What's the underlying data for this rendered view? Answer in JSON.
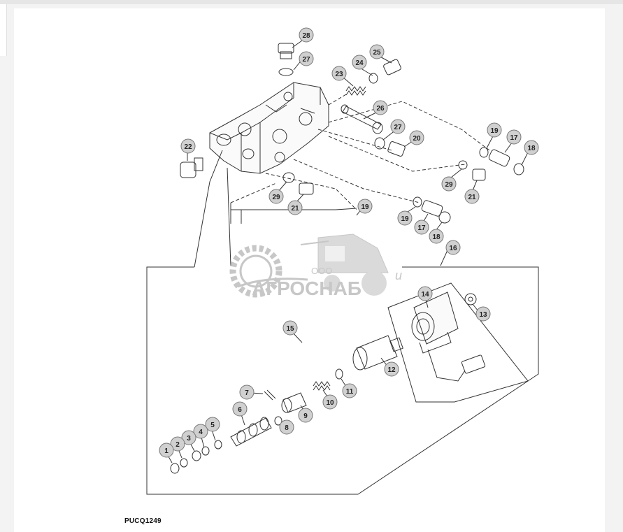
{
  "drawing_code": "PUCQ1249",
  "watermark": {
    "prefix": "ООО",
    "name": "АГРОСНАБ",
    "suffix": "u"
  },
  "callouts": [
    {
      "id": "c28",
      "label": "28"
    },
    {
      "id": "c27a",
      "label": "27"
    },
    {
      "id": "c25",
      "label": "25"
    },
    {
      "id": "c24",
      "label": "24"
    },
    {
      "id": "c23",
      "label": "23"
    },
    {
      "id": "c26",
      "label": "26"
    },
    {
      "id": "c27b",
      "label": "27"
    },
    {
      "id": "c20",
      "label": "20"
    },
    {
      "id": "c22",
      "label": "22"
    },
    {
      "id": "c19a",
      "label": "19"
    },
    {
      "id": "c17a",
      "label": "17"
    },
    {
      "id": "c18a",
      "label": "18"
    },
    {
      "id": "c29a",
      "label": "29"
    },
    {
      "id": "c21a",
      "label": "21"
    },
    {
      "id": "c29b",
      "label": "29"
    },
    {
      "id": "c21b",
      "label": "21"
    },
    {
      "id": "c19b",
      "label": "19"
    },
    {
      "id": "c19c",
      "label": "19"
    },
    {
      "id": "c17b",
      "label": "17"
    },
    {
      "id": "c18b",
      "label": "18"
    },
    {
      "id": "c16",
      "label": "16"
    },
    {
      "id": "c14",
      "label": "14"
    },
    {
      "id": "c13",
      "label": "13"
    },
    {
      "id": "c15",
      "label": "15"
    },
    {
      "id": "c12",
      "label": "12"
    },
    {
      "id": "c11",
      "label": "11"
    },
    {
      "id": "c10",
      "label": "10"
    },
    {
      "id": "c9",
      "label": "9"
    },
    {
      "id": "c8",
      "label": "8"
    },
    {
      "id": "c7",
      "label": "7"
    },
    {
      "id": "c6",
      "label": "6"
    },
    {
      "id": "c5",
      "label": "5"
    },
    {
      "id": "c4",
      "label": "4"
    },
    {
      "id": "c3",
      "label": "3"
    },
    {
      "id": "c2",
      "label": "2"
    },
    {
      "id": "c1",
      "label": "1"
    }
  ],
  "colors": {
    "line": "#333333",
    "callout_fill": "#d0d0d0",
    "watermark": "#a0a0a0"
  }
}
